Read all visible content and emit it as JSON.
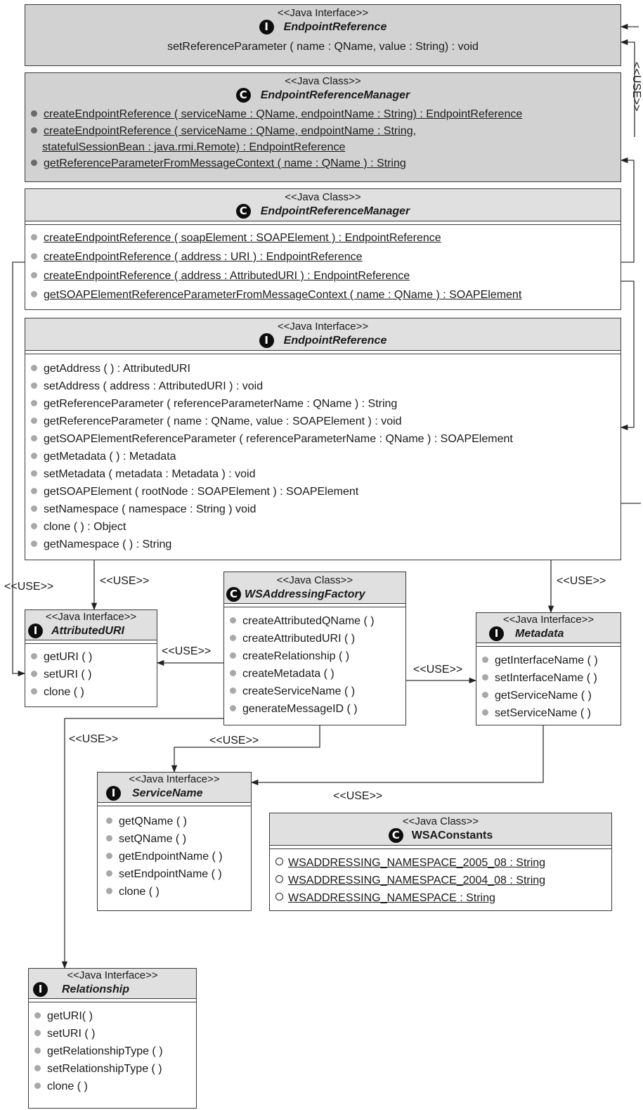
{
  "boxes": {
    "epr_iface_top": {
      "stereotype": "<<Java Interface>>",
      "glyph": "I",
      "name": "EndpointReference",
      "line": "setReferenceParameter ( name : QName, value : String) : void"
    },
    "erm_top": {
      "stereotype": "<<Java Class>>",
      "glyph": "C",
      "name": "EndpointReferenceManager",
      "ops": [
        "createEndpointReference ( serviceName : QName, endpointName : String) : EndpointReference",
        "createEndpointReference ( serviceName : QName, endpointName : String,",
        "statefulSessionBean : java.rmi.Remote) : EndpointReference",
        "getReferenceParameterFromMessageContext ( name : QName ) : String"
      ]
    },
    "erm_mid": {
      "stereotype": "<<Java Class>>",
      "glyph": "C",
      "name": "EndpointReferenceManager",
      "ops": [
        "createEndpointReference ( soapElement : SOAPElement ) : EndpointReference",
        "createEndpointReference ( address : URI ) : EndpointReference",
        "createEndpointReference ( address : AttributedURI ) : EndpointReference",
        "getSOAPElementReferenceParameterFromMessageContext ( name : QName ) : SOAPElement"
      ]
    },
    "epr_iface_main": {
      "stereotype": "<<Java Interface>>",
      "glyph": "I",
      "name": "EndpointReference",
      "ops": [
        "getAddress ( ) : AttributedURI",
        "setAddress ( address : AttributedURI ) : void",
        "getReferenceParameter ( referenceParameterName : QName ) : String",
        "getReferenceParameter ( name : QName, value : SOAPElement ) : void",
        "getSOAPElementReferenceParameter ( referenceParameterName : QName ) : SOAPElement",
        "getMetadata ( ) : Metadata",
        "setMetadata ( metadata : Metadata ) : void",
        "getSOAPElement ( rootNode : SOAPElement ) : SOAPElement",
        "setNamespace ( namespace : String ) void",
        "clone ( ) : Object",
        "getNamespace ( ) : String"
      ]
    },
    "attributed_uri": {
      "stereotype": "<<Java Interface>>",
      "glyph": "I",
      "name": "AttributedURI",
      "ops": [
        "getURI ( )",
        "setURI ( )",
        "clone ( )"
      ]
    },
    "wsa_factory": {
      "stereotype": "<<Java Class>>",
      "glyph": "C",
      "name": "WSAddressingFactory",
      "ops": [
        "createAttributedQName ( )",
        "createAttributedURI ( )",
        "createRelationship ( )",
        "createMetadata ( )",
        "createServiceName ( )",
        "generateMessageID ( )"
      ]
    },
    "metadata": {
      "stereotype": "<<Java Interface>>",
      "glyph": "I",
      "name": "Metadata",
      "ops": [
        "getInterfaceName ( )",
        "setInterfaceName ( )",
        "getServiceName ( )",
        "setServiceName ( )"
      ]
    },
    "service_name": {
      "stereotype": "<<Java Interface>>",
      "glyph": "I",
      "name": "ServiceName",
      "ops": [
        "getQName ( )",
        "setQName ( )",
        "getEndpointName ( )",
        "setEndpointName ( )",
        "clone ( )"
      ]
    },
    "wsa_constants": {
      "stereotype": "<<Java Class>>",
      "glyph": "C",
      "name": "WSAConstants",
      "ops": [
        "WSADDRESSING_NAMESPACE_2005_08 : String",
        "WSADDRESSING_NAMESPACE_2004_08 : String",
        "WSADDRESSING_NAMESPACE : String"
      ]
    },
    "relationship": {
      "stereotype": "<<Java Interface>>",
      "glyph": "I",
      "name": "Relationship",
      "ops": [
        "getURI( )",
        "setURI ( )",
        "getRelationshipType ( )",
        "setRelationshipType ( )",
        "clone ( )"
      ]
    }
  },
  "use_label": "<<USE>>"
}
